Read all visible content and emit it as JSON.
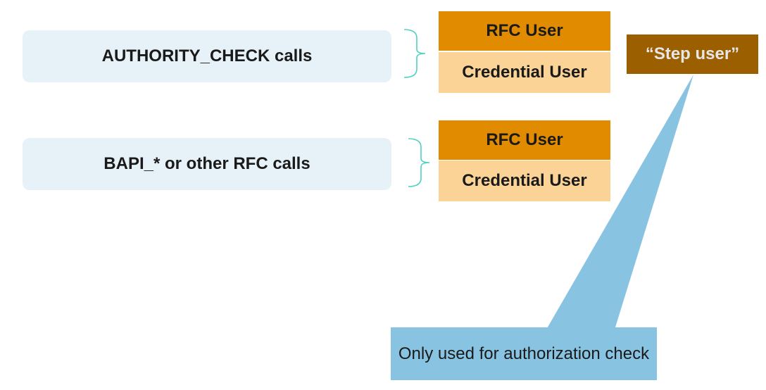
{
  "calls": [
    {
      "label": "AUTHORITY_CHECK calls",
      "users": [
        "RFC User",
        "Credential User"
      ]
    },
    {
      "label": "BAPI_* or other RFC calls",
      "users": [
        "RFC User",
        "Credential User"
      ]
    }
  ],
  "step_user": "“Step user”",
  "callout": {
    "text": "Only used for authorization check"
  },
  "colors": {
    "rfc_user": "#e18b00",
    "credential_user": "#fbd396",
    "step_user": "#9b5f00",
    "callout": "#88c4e2",
    "call_box": "#e7f2f8",
    "bracket": "#4fd1c0"
  }
}
